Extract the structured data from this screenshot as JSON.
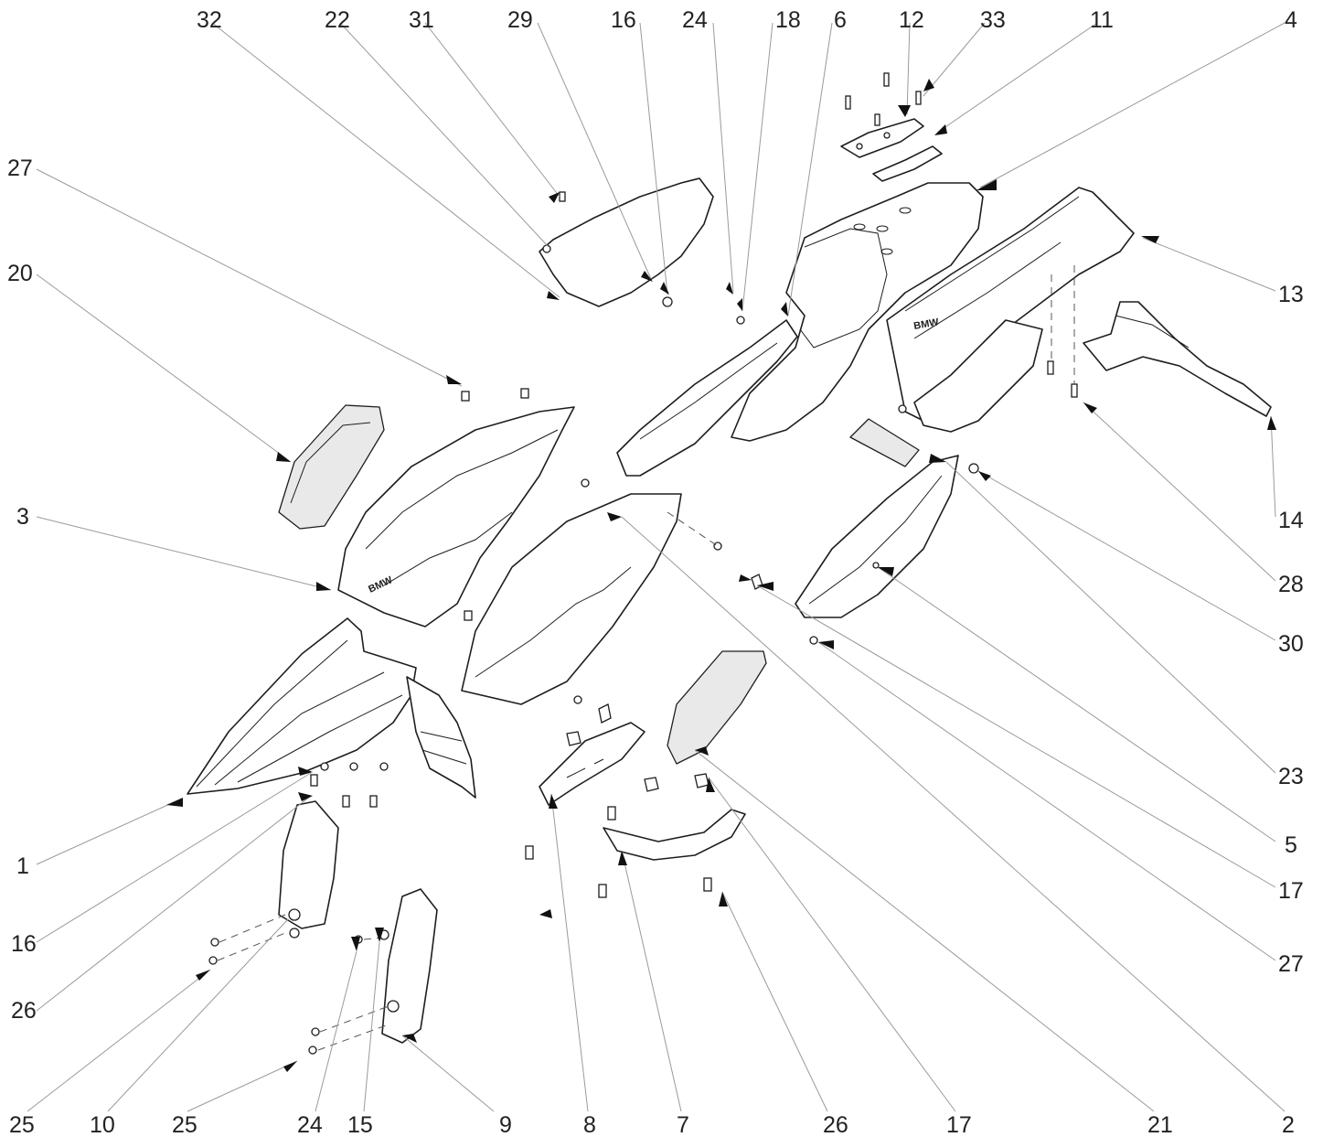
{
  "callouts": [
    {
      "id": "c32-top",
      "label": "32"
    },
    {
      "id": "c22-top",
      "label": "22"
    },
    {
      "id": "c31-top",
      "label": "31"
    },
    {
      "id": "c29-top",
      "label": "29"
    },
    {
      "id": "c16-top",
      "label": "16"
    },
    {
      "id": "c24-top",
      "label": "24"
    },
    {
      "id": "c18-top",
      "label": "18"
    },
    {
      "id": "c6-top",
      "label": "6"
    },
    {
      "id": "c12-top",
      "label": "12"
    },
    {
      "id": "c33-top",
      "label": "33"
    },
    {
      "id": "c11-top",
      "label": "11"
    },
    {
      "id": "c4-top",
      "label": "4"
    },
    {
      "id": "c27-left",
      "label": "27"
    },
    {
      "id": "c20-left",
      "label": "20"
    },
    {
      "id": "c3-left",
      "label": "3"
    },
    {
      "id": "c1-left",
      "label": "1"
    },
    {
      "id": "c16-left",
      "label": "16"
    },
    {
      "id": "c26-left",
      "label": "26"
    },
    {
      "id": "c13-right",
      "label": "13"
    },
    {
      "id": "c14-right",
      "label": "14"
    },
    {
      "id": "c28-right",
      "label": "28"
    },
    {
      "id": "c30-right",
      "label": "30"
    },
    {
      "id": "c23-right",
      "label": "23"
    },
    {
      "id": "c5-right",
      "label": "5"
    },
    {
      "id": "c17-right",
      "label": "17"
    },
    {
      "id": "c27-right",
      "label": "27"
    },
    {
      "id": "c25-bot-a",
      "label": "25"
    },
    {
      "id": "c10-bot",
      "label": "10"
    },
    {
      "id": "c25-bot-b",
      "label": "25"
    },
    {
      "id": "c24-bot",
      "label": "24"
    },
    {
      "id": "c15-bot",
      "label": "15"
    },
    {
      "id": "c9-bot",
      "label": "9"
    },
    {
      "id": "c8-bot",
      "label": "8"
    },
    {
      "id": "c7-bot",
      "label": "7"
    },
    {
      "id": "c26-bot",
      "label": "26"
    },
    {
      "id": "c17-bot",
      "label": "17"
    },
    {
      "id": "c21-bot",
      "label": "21"
    },
    {
      "id": "c2-bot",
      "label": "2"
    }
  ],
  "decals": {
    "side_panel_logo": "BMW",
    "tail_logo": "BMW"
  },
  "colors": {
    "line": "#1e1e1e",
    "leader": "#9a9a9a",
    "text": "#222222",
    "background": "#ffffff"
  }
}
